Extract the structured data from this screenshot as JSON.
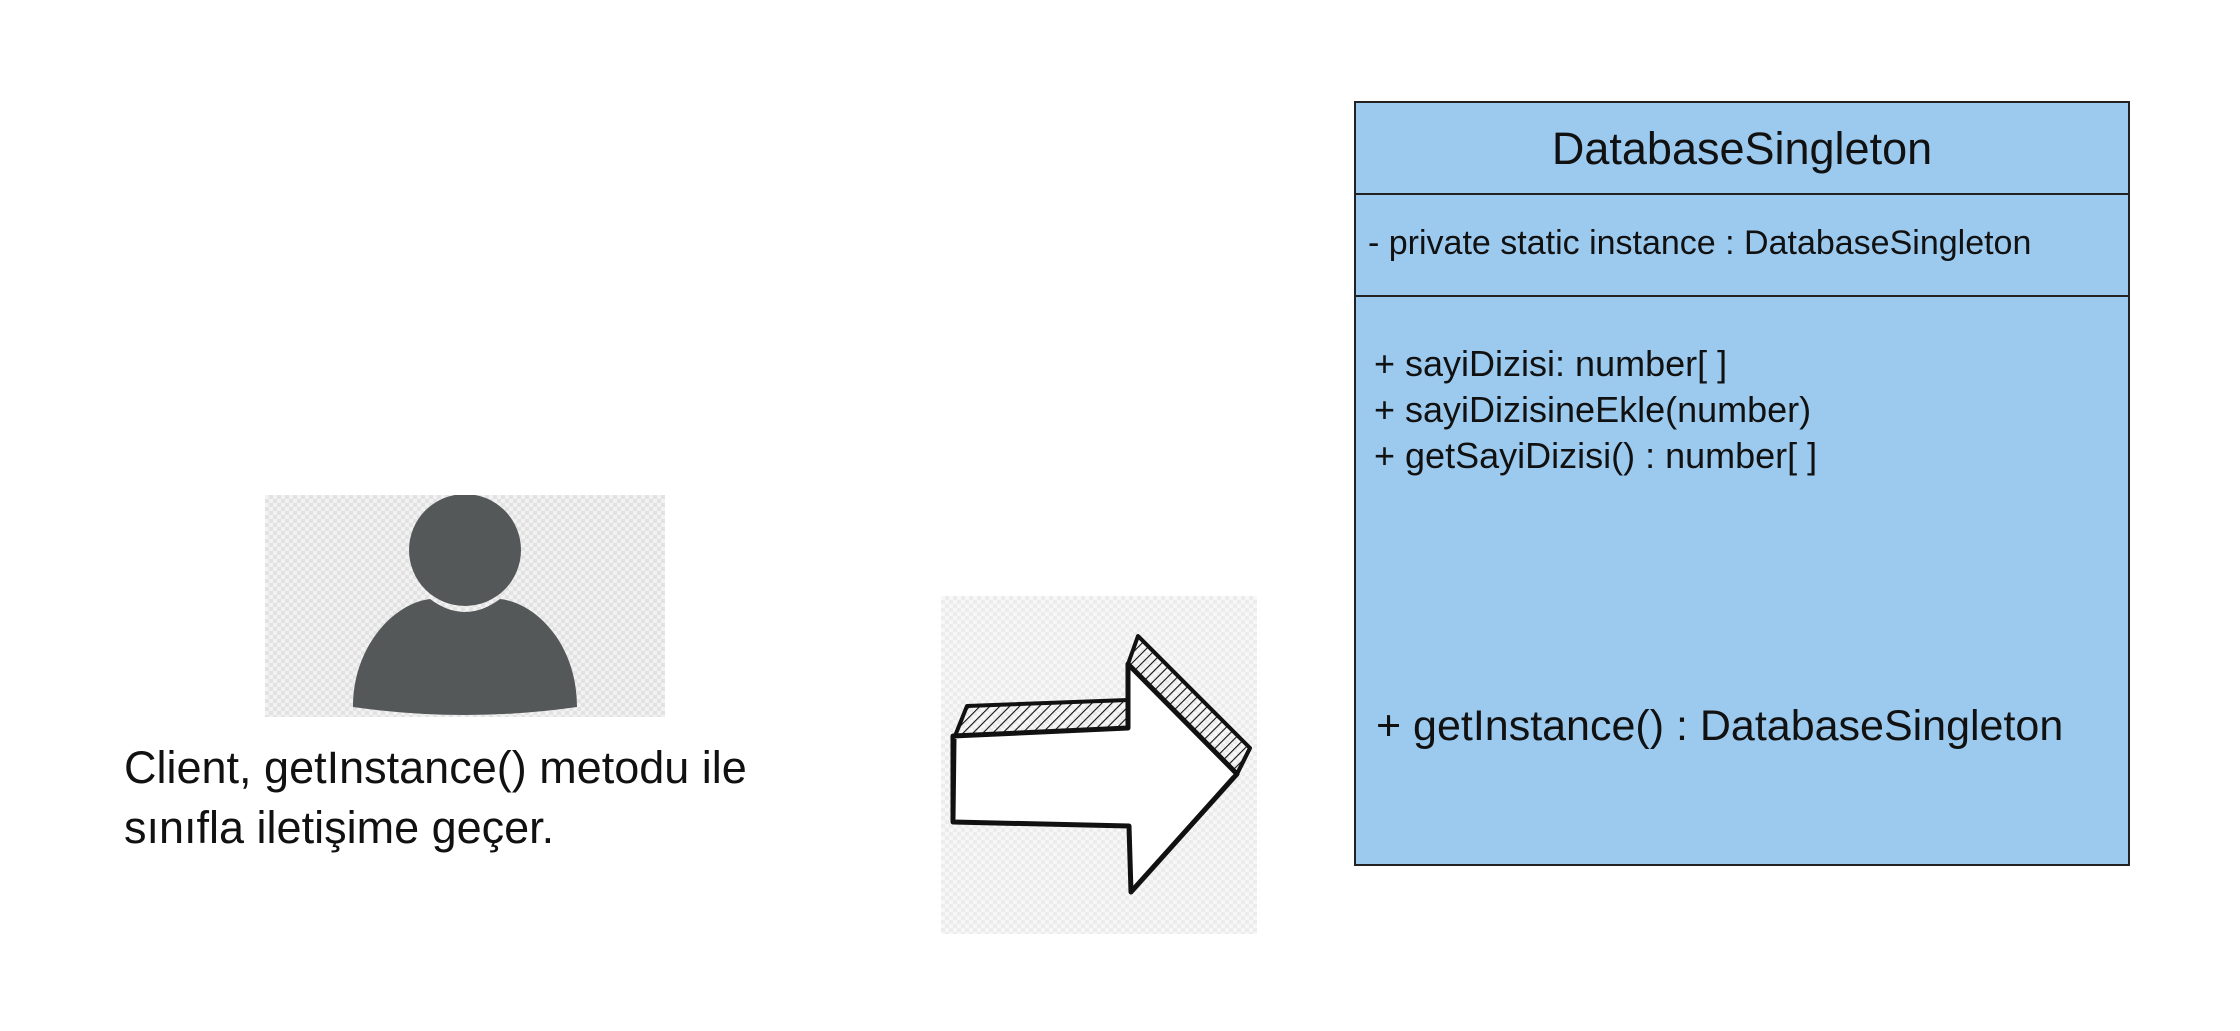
{
  "client": {
    "icon": "user-icon",
    "caption_line1": "Client, getInstance() metodu ile",
    "caption_line2": "sınıfla iletişime geçer."
  },
  "arrow": {
    "icon": "arrow-right-icon"
  },
  "uml_class": {
    "name": "DatabaseSingleton",
    "attributes": [
      "- private static instance :  DatabaseSingleton"
    ],
    "operations": [
      "+ sayiDizisi: number[ ]",
      "+ sayiDizisineEkle(number)",
      "+ getSayiDizisi() : number[ ]"
    ],
    "static_operation": "+ getInstance() : DatabaseSingleton"
  },
  "colors": {
    "class_fill": "#9cc9ee",
    "class_border": "#222222",
    "user_icon": "#555859",
    "arrow_stroke": "#111111"
  }
}
